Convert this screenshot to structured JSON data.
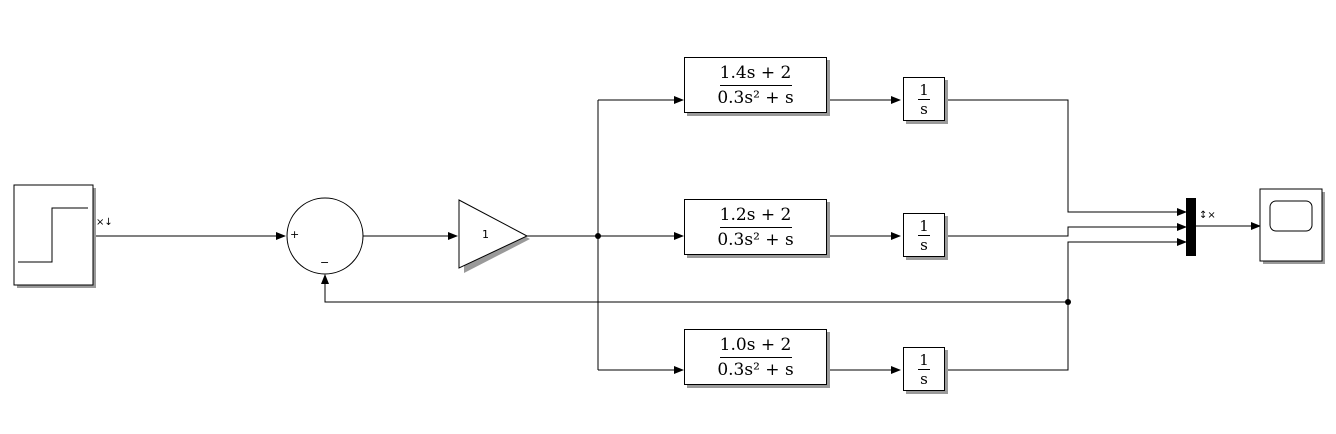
{
  "step": {
    "ports": "×↓"
  },
  "sum": {
    "plus": "+",
    "minus": "−"
  },
  "gain": {
    "value": "1"
  },
  "transfer_functions": [
    {
      "num": "1.4s + 2",
      "den": "0.3s² + s"
    },
    {
      "num": "1.2s + 2",
      "den": "0.3s² + s"
    },
    {
      "num": "1.0s + 2",
      "den": "0.3s² + s"
    }
  ],
  "integrators": [
    {
      "num": "1",
      "den": "s"
    },
    {
      "num": "1",
      "den": "s"
    },
    {
      "num": "1",
      "den": "s"
    }
  ],
  "mux": {
    "ports": "↕×"
  }
}
